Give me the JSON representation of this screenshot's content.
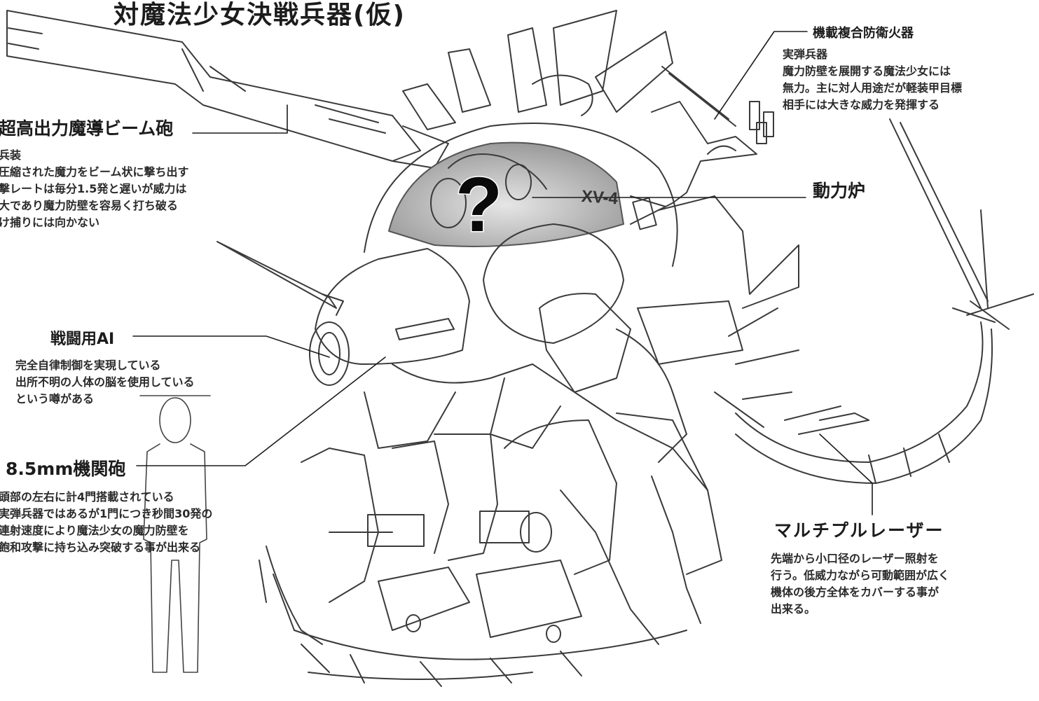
{
  "title": "対魔法少女決戦兵器(仮)",
  "annotations": {
    "beam_cannon": {
      "heading": "超高出力魔導ビーム砲",
      "lines": [
        "兵装",
        "圧縮された魔力をビーム状に撃ち出す",
        "撃レートは毎分1.5発と遅いが威力は",
        "大であり魔力防壁を容易く打ち破る",
        "け捕りには向かない"
      ]
    },
    "defense_gun": {
      "heading": "機載複合防衛火器",
      "lines": [
        "実弾兵器",
        "魔力防壁を展開する魔法少女には",
        "無力。主に対人用途だが軽装甲目標",
        "相手には大きな威力を発揮する"
      ]
    },
    "reactor": {
      "heading": "動力炉",
      "mark": "?",
      "hull_code": "XV-4"
    },
    "combat_ai": {
      "heading": "戦闘用AI",
      "lines": [
        "完全自律制御を実現している",
        "出所不明の人体の脳を使用している",
        "という噂がある"
      ]
    },
    "machine_gun": {
      "heading": "8.5mm機関砲",
      "lines": [
        "頭部の左右に計4門搭載されている",
        "実弾兵器ではあるが1門につき秒間30発の",
        "連射速度により魔法少女の魔力防壁を",
        "飽和攻撃に持ち込み突破する事が出来る"
      ]
    },
    "multi_laser": {
      "heading": "マルチプルレーザー",
      "lines": [
        "先端から小口径のレーザー照射を",
        "行う。低威力ながら可動範囲が広く",
        "機体の後方全体をカバーする事が",
        "出来る。"
      ]
    }
  },
  "colors": {
    "ink": "#1c1c1c",
    "sketch": "#3a3a3a",
    "paper": "#ffffff"
  }
}
